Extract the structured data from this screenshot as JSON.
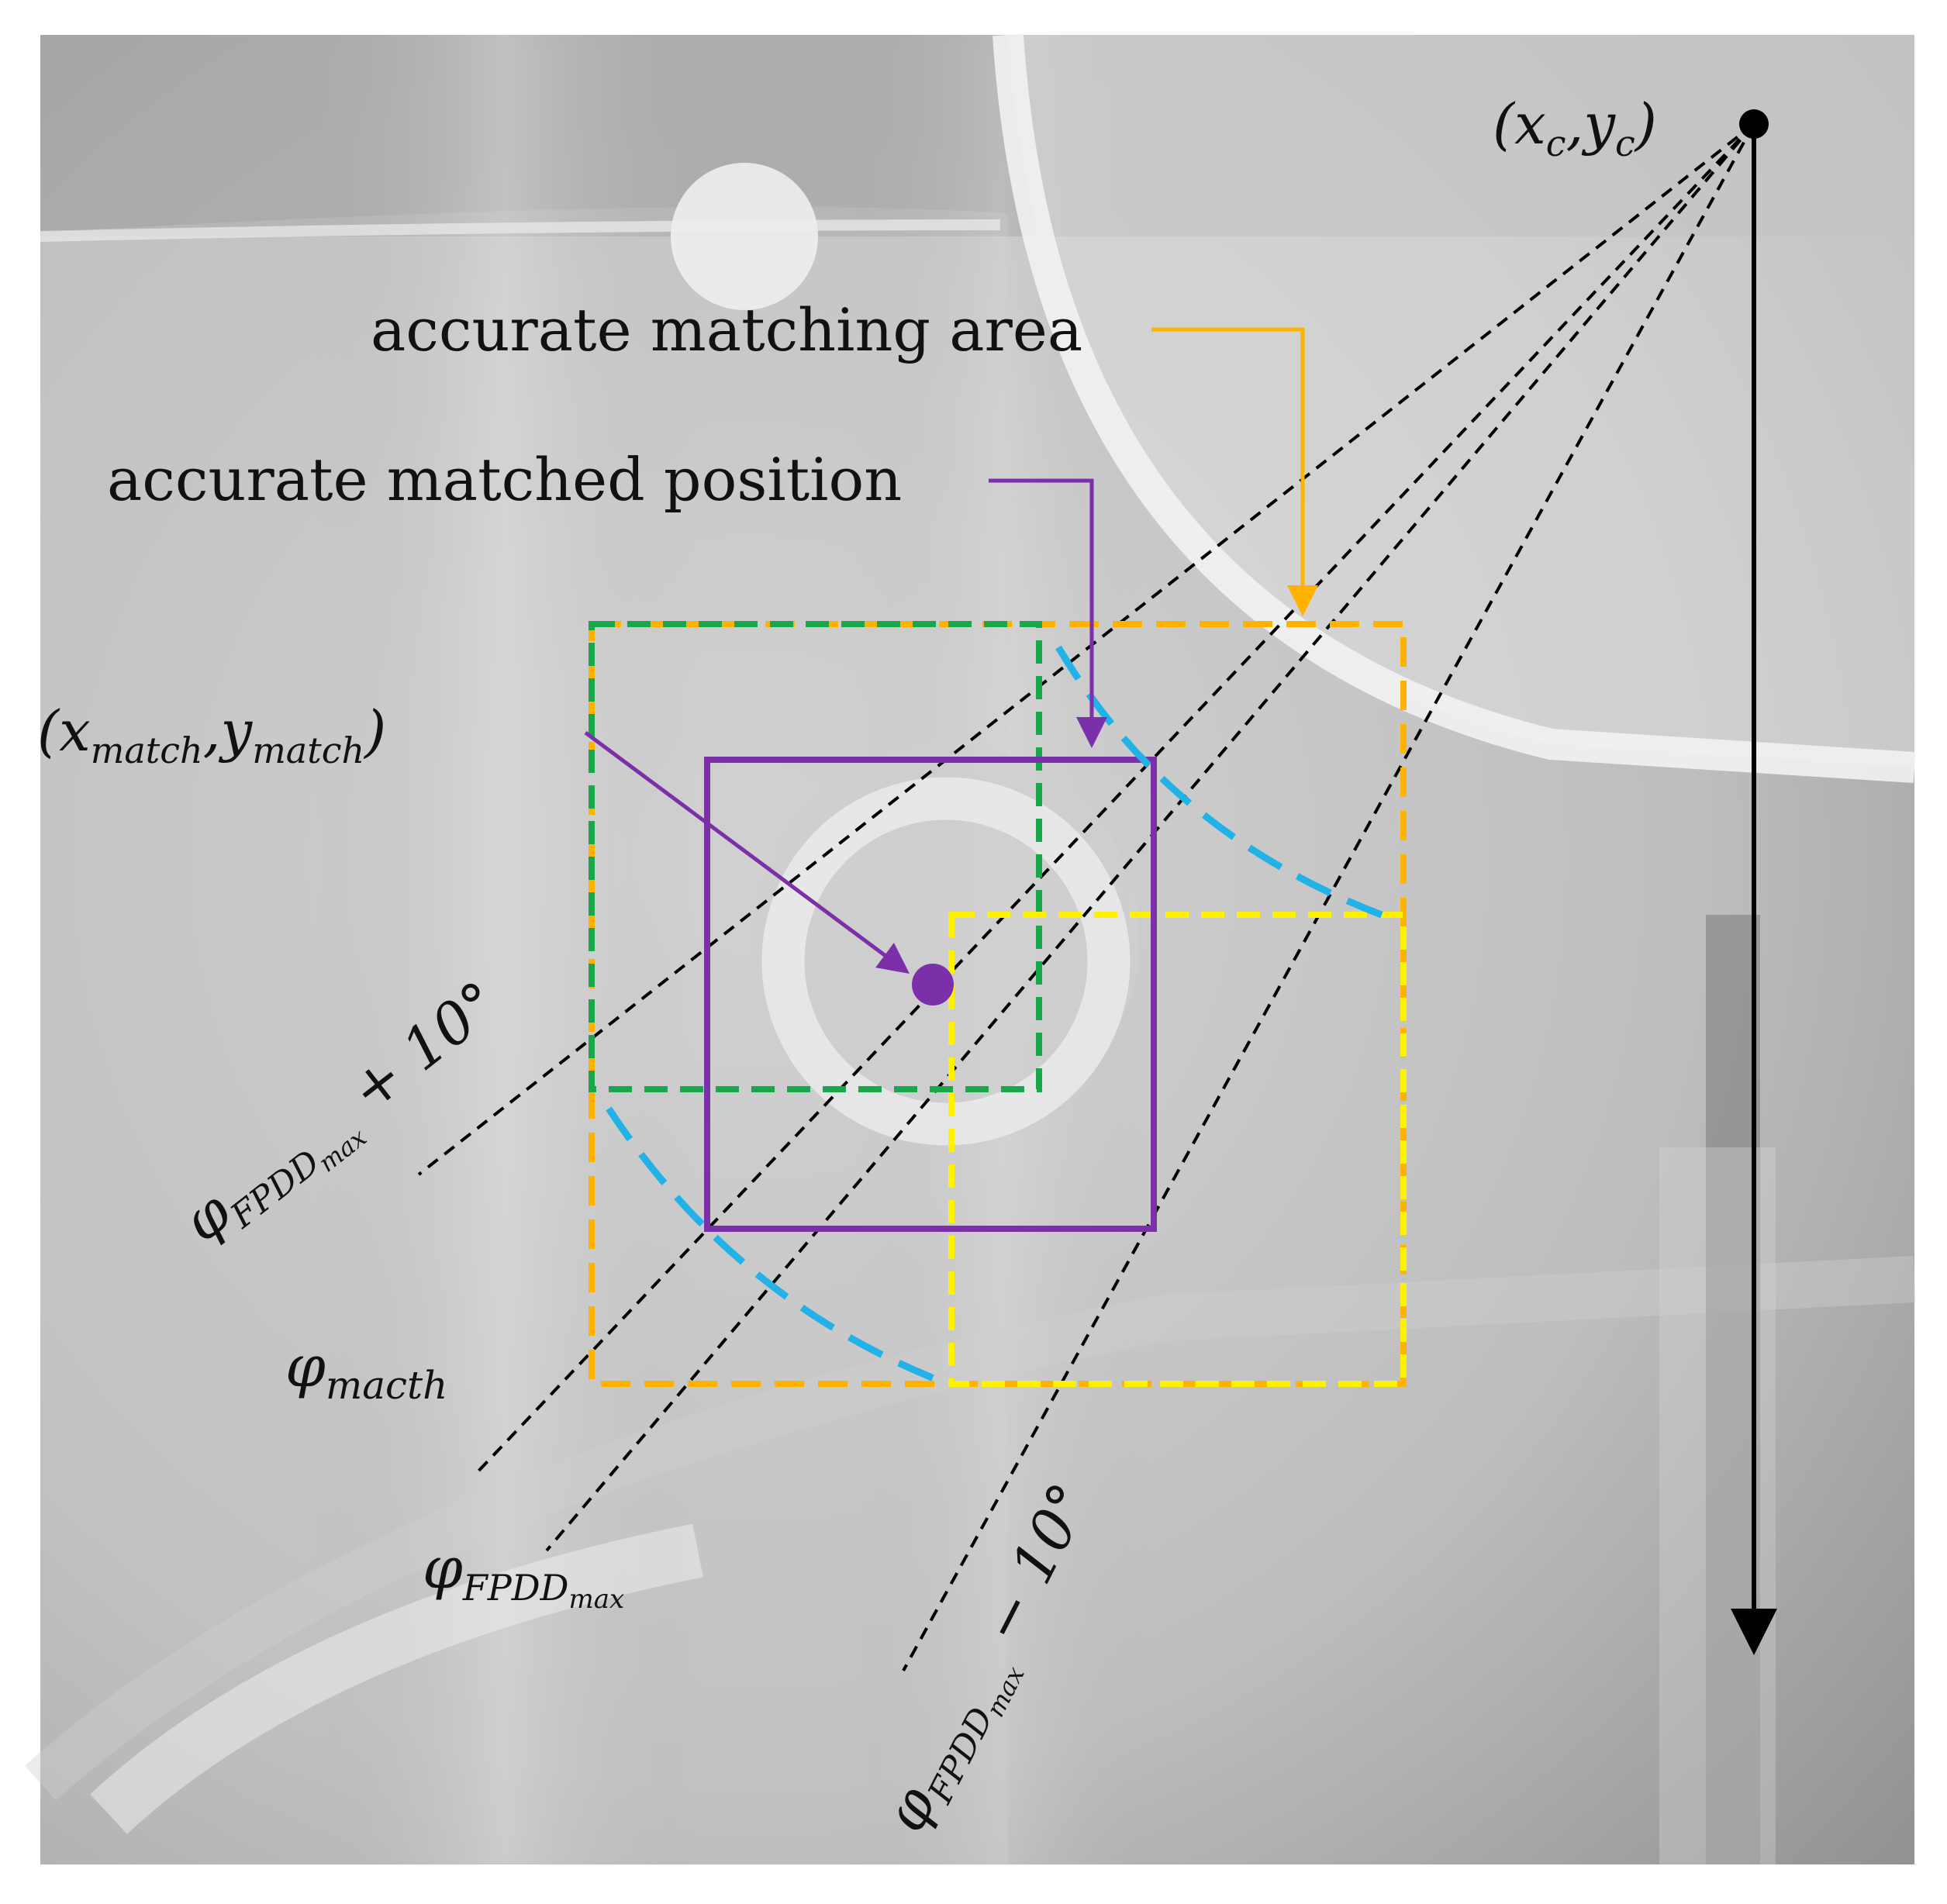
{
  "labels": {
    "center": "(x",
    "center_x_sub": "c",
    "center_sep": ",y",
    "center_y_sub": "c",
    "center_close": ")",
    "accurate_matching_area": "accurate matching area",
    "accurate_matched_position": "accurate matched position",
    "match_open": "(x",
    "match_x_sub": "match",
    "match_sep": ",y",
    "match_y_sub": "match",
    "match_close": ")",
    "phi_plus_base": "φ",
    "phi_plus_sub": "FPDD",
    "phi_plus_subsub": "max",
    "phi_plus_suffix": " + 10°",
    "phi_match_base": "φ",
    "phi_match_sub": "macth",
    "phi_max_base": "φ",
    "phi_max_sub": "FPDD",
    "phi_max_subsub": "max",
    "phi_minus_base": "φ",
    "phi_minus_sub": "FPDD",
    "phi_minus_subsub": "max",
    "phi_minus_suffix": " − 10°"
  },
  "colors": {
    "orange_box": "#FFB300",
    "green_box": "#1AA64A",
    "yellow_box": "#FFF200",
    "purple_box": "#7B2FA8",
    "blue_arc": "#22B2E8",
    "dashed_rays": "#000000",
    "axis_arrow": "#000000"
  }
}
